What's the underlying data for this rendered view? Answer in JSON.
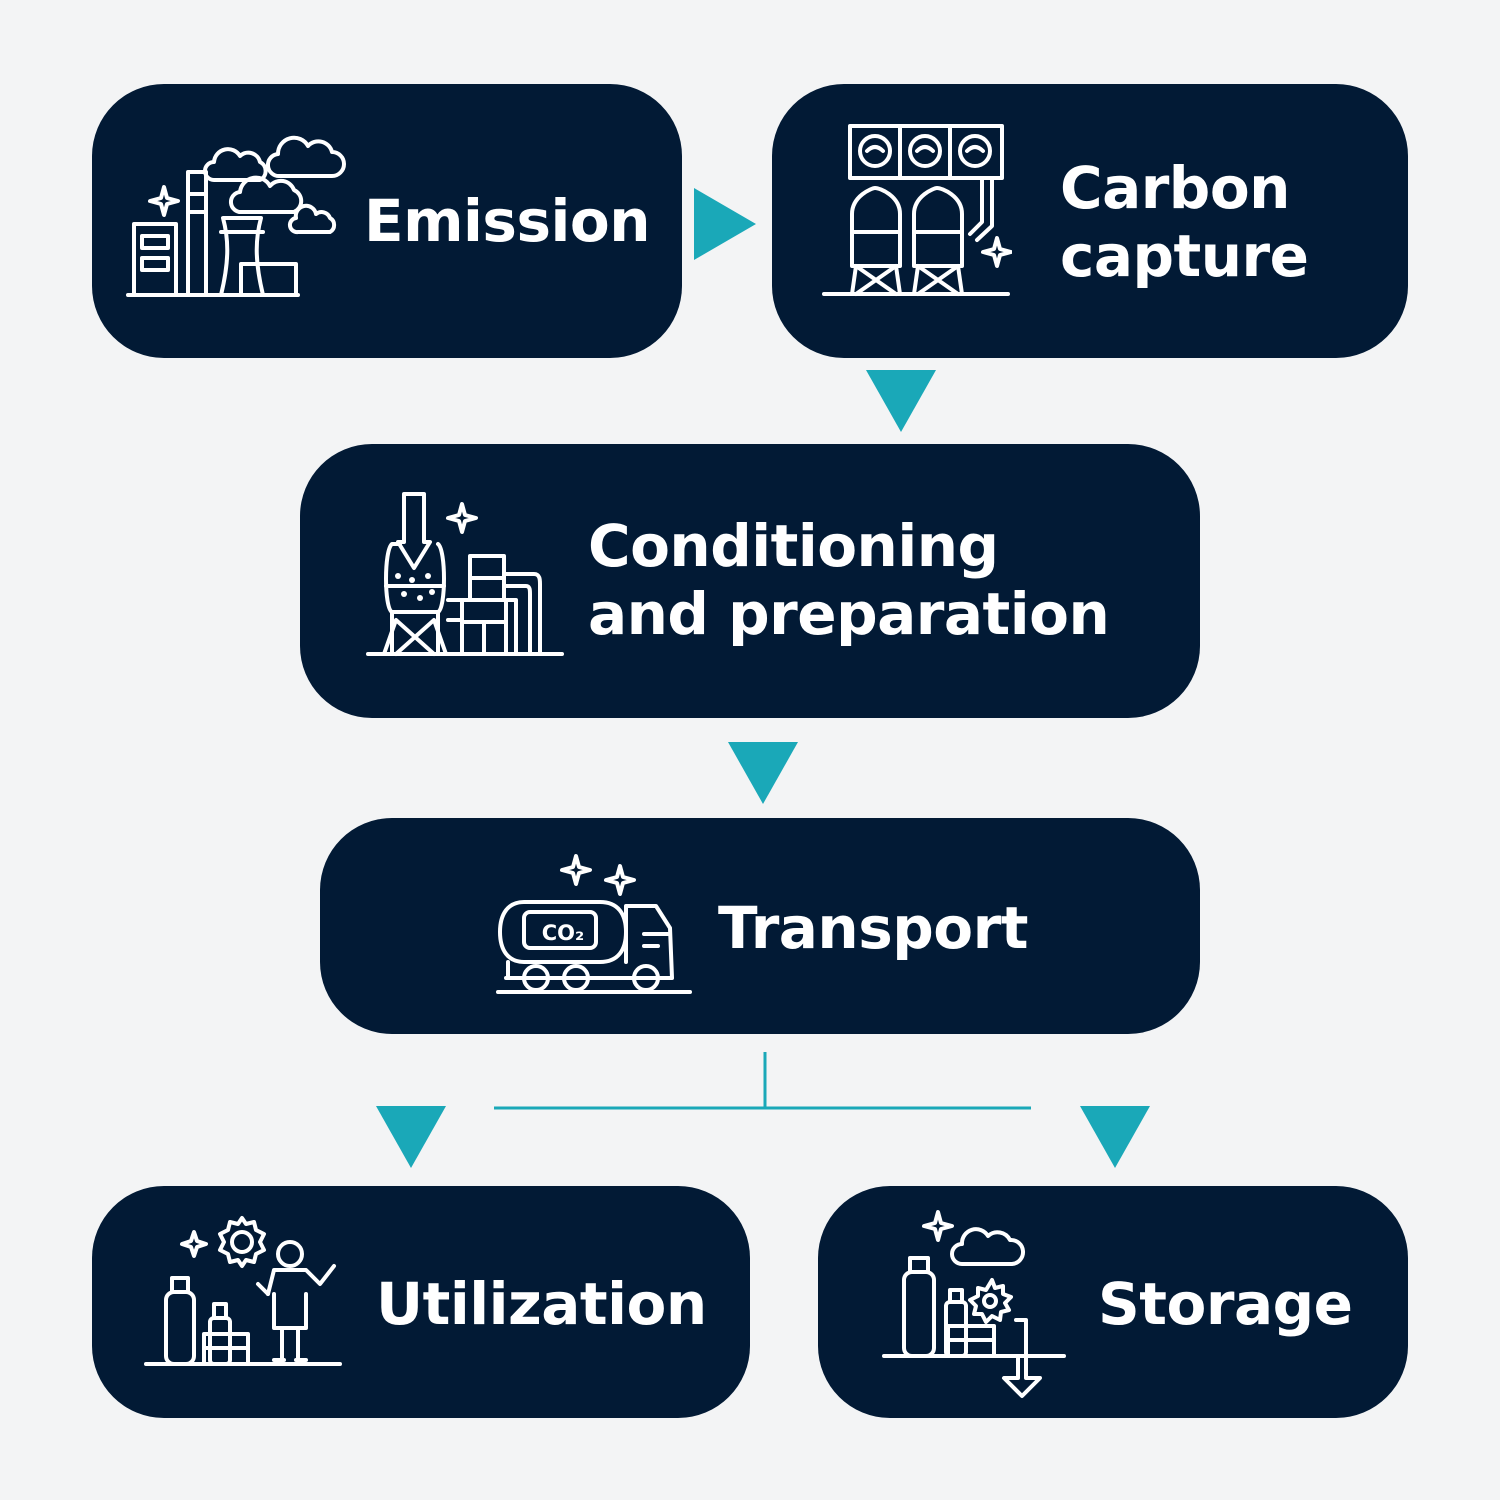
{
  "colors": {
    "background": "#f3f4f5",
    "node_fill": "#021a35",
    "node_text": "#ffffff",
    "arrow": "#1aa8b8",
    "icon_stroke": "#ffffff"
  },
  "nodes": {
    "emission": {
      "label": "Emission",
      "icon": "power-plant-icon"
    },
    "carbon_capture": {
      "line1": "Carbon",
      "line2": "capture",
      "icon": "capture-tanks-icon"
    },
    "conditioning": {
      "line1": "Conditioning",
      "line2": "and preparation",
      "icon": "processing-plant-icon"
    },
    "transport": {
      "label": "Transport",
      "icon": "co2-truck-icon",
      "tank_text": "CO₂"
    },
    "utilization": {
      "label": "Utilization",
      "icon": "worker-gear-icon"
    },
    "storage": {
      "label": "Storage",
      "icon": "underground-storage-icon"
    }
  },
  "edges": [
    {
      "from": "emission",
      "to": "carbon_capture"
    },
    {
      "from": "carbon_capture",
      "to": "conditioning"
    },
    {
      "from": "conditioning",
      "to": "transport"
    },
    {
      "from": "transport",
      "to": "utilization"
    },
    {
      "from": "transport",
      "to": "storage"
    }
  ]
}
